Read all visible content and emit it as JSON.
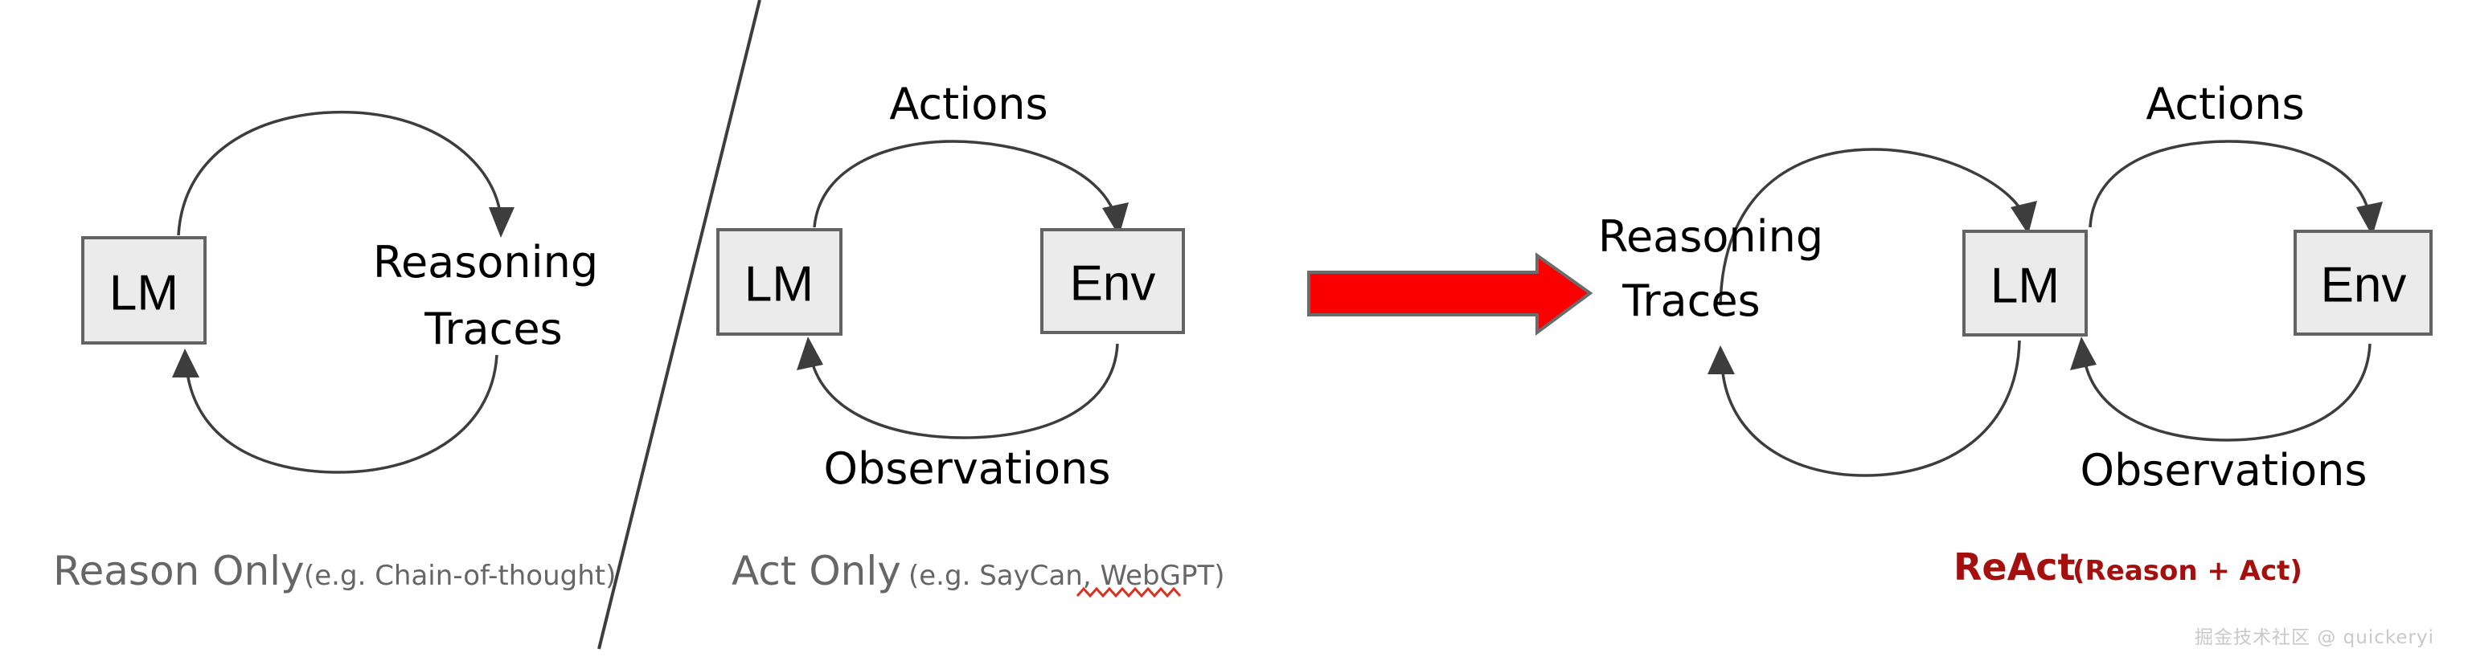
{
  "figure": {
    "title": "ReAct comparison diagram",
    "background_color": "#ffffff",
    "node_fill": "#ebebeb",
    "node_stroke": "#636363",
    "arc_color": "#3d3d3d",
    "big_arrow_color": "#fb0000",
    "react_accent_color": "#a5100f",
    "caption_color": "#666666"
  },
  "panels": {
    "reason_only": {
      "nodes": {
        "lm": "LM"
      },
      "loop_label_line1": "Reasoning",
      "loop_label_line2": "Traces",
      "caption_main": "Reason Only",
      "caption_sub": "(e.g. Chain-of-thought)"
    },
    "act_only": {
      "nodes": {
        "lm": "LM",
        "env": "Env"
      },
      "top_label": "Actions",
      "bottom_label": "Observations",
      "caption_main": "Act Only",
      "caption_sub": "(e.g. SayCan, WebGPT)",
      "spellcheck_word": "WebGPT"
    },
    "react": {
      "nodes": {
        "lm": "LM",
        "env": "Env"
      },
      "reason_label_line1": "Reasoning",
      "reason_label_line2": "Traces",
      "top_label": "Actions",
      "bottom_label": "Observations",
      "caption_main": "ReAct",
      "caption_sub": "(Reason + Act)"
    }
  },
  "transition": {
    "icon": "right-arrow-icon",
    "color": "#fb0000"
  },
  "watermark": {
    "text": "掘金技术社区 @ quickeryi"
  }
}
